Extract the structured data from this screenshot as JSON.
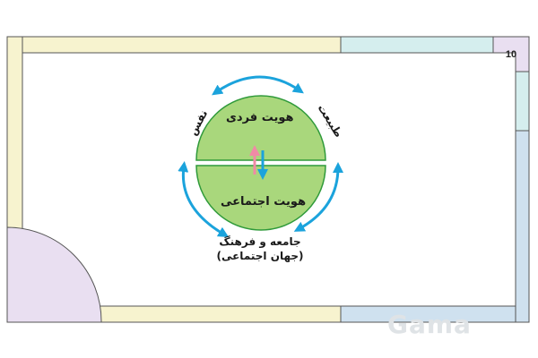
{
  "page": {
    "number": "10",
    "watermark": "Gama"
  },
  "diagram": {
    "top_half_label": "هویت فردی",
    "bottom_half_label": "هویت اجتماعی",
    "left_label": "نفس",
    "right_label": "طبیعت",
    "bottom_label_line1": "جامعه و فرهنگ",
    "bottom_label_line2": "(جهان اجتماعی)",
    "colors": {
      "circle_fill": "#a9d77c",
      "circle_stroke": "#2f9a3a",
      "arrow_blue": "#1ba3dc",
      "arrow_pink": "#f08aa6",
      "frame_yellow": "#f7f3cf",
      "frame_teal": "#d5eeee",
      "frame_blue": "#cfe1ef",
      "frame_lavender": "#e9dff1"
    }
  }
}
